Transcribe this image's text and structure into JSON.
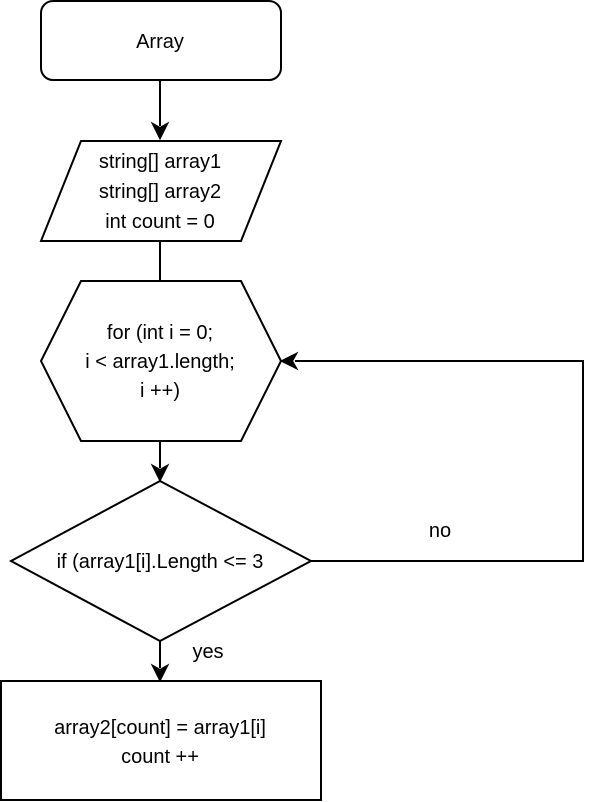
{
  "diagram": {
    "start": {
      "label": "Array"
    },
    "declarations": {
      "lines": [
        "string[] array1",
        "string[] array2",
        "int count = 0"
      ]
    },
    "loop": {
      "lines": [
        "for (int i = 0;",
        "i < array1.length;",
        "i ++)"
      ]
    },
    "condition": {
      "label": "if (array1[i].Length <= 3"
    },
    "assignment": {
      "lines": [
        "array2[count] = array1[i]",
        "count ++"
      ]
    },
    "edges": {
      "yes_label": "yes",
      "no_label": "no"
    }
  }
}
